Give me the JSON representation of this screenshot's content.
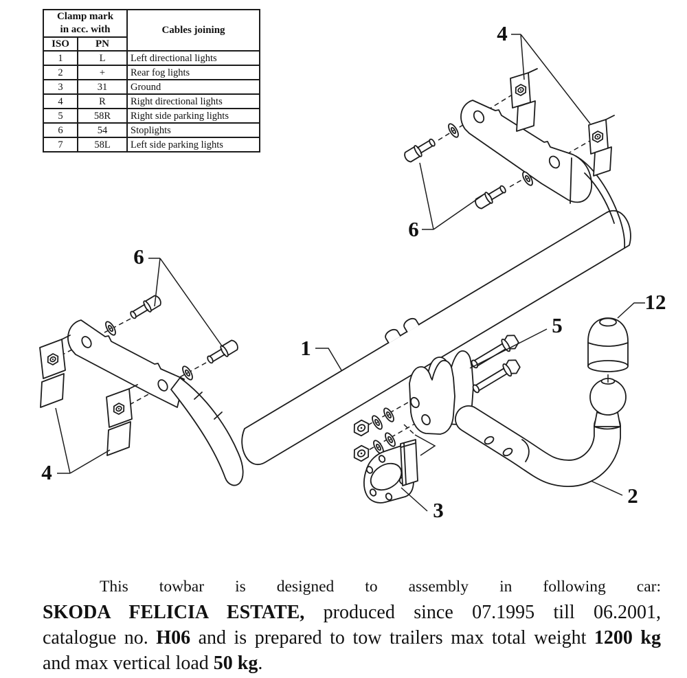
{
  "colors": {
    "ink": "#1c1c1c",
    "background": "#ffffff"
  },
  "table": {
    "header": {
      "clamp_mark_line1": "Clamp mark",
      "clamp_mark_line2": "in acc. with",
      "iso": "ISO",
      "pn": "PN",
      "cables": "Cables joining"
    },
    "rows": [
      {
        "iso": "1",
        "pn": "L",
        "cables": "Left directional lights"
      },
      {
        "iso": "2",
        "pn": "+",
        "cables": "Rear fog lights"
      },
      {
        "iso": "3",
        "pn": "31",
        "cables": "Ground"
      },
      {
        "iso": "4",
        "pn": "R",
        "cables": "Right directional lights"
      },
      {
        "iso": "5",
        "pn": "58R",
        "cables": "Right side parking lights"
      },
      {
        "iso": "6",
        "pn": "54",
        "cables": "Stoplights"
      },
      {
        "iso": "7",
        "pn": "58L",
        "cables": "Left side parking lights"
      }
    ]
  },
  "callouts": {
    "c1": "1",
    "c2": "2",
    "c3": "3",
    "c4_top": "4",
    "c4_bottom": "4",
    "c5": "5",
    "c6_top": "6",
    "c6_left": "6",
    "c12": "12"
  },
  "paragraph": {
    "line1": {
      "seg1": "This towbar is designed to assembly in following car:"
    },
    "line2": {
      "seg1": "SKODA FELICIA ESTATE,",
      "seg2": " produced since 07.1995 till 06.2001,"
    },
    "line3": {
      "seg1": "catalogue no. ",
      "seg2": "H06",
      "seg3": " and is prepared to tow trailers max total weight ",
      "seg4": "1200 kg"
    },
    "line4": {
      "seg1": "and max vertical load ",
      "seg2": "50 kg",
      "seg3": "."
    }
  }
}
